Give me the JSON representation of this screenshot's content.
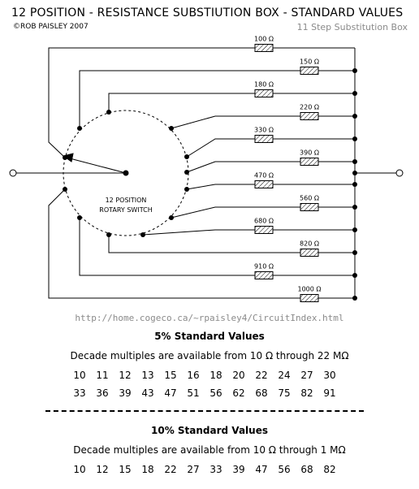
{
  "header": {
    "title": "12 POSITION - RESISTANCE SUBSTIUTION BOX  -  STANDARD VALUES",
    "author": "©ROB PAISLEY 2007",
    "subtitle": "11 Step Substitution Box"
  },
  "diagram": {
    "switch_label_line1": "12 POSITION",
    "switch_label_line2": "ROTARY SWITCH",
    "resistors": [
      "100 Ω",
      "150 Ω",
      "180 Ω",
      "220 Ω",
      "330 Ω",
      "390 Ω",
      "470 Ω",
      "560 Ω",
      "680 Ω",
      "820 Ω",
      "910 Ω",
      "1000 Ω"
    ]
  },
  "url": "http://home.cogeco.ca/~rpaisley4/CircuitIndex.html",
  "five_percent": {
    "heading": "5% Standard Values",
    "description": "Decade multiples are available from 10 Ω through 22 MΩ",
    "row1": [
      "10",
      "11",
      "12",
      "13",
      "15",
      "16",
      "18",
      "20",
      "22",
      "24",
      "27",
      "30"
    ],
    "row2": [
      "33",
      "36",
      "39",
      "43",
      "47",
      "51",
      "56",
      "62",
      "68",
      "75",
      "82",
      "91"
    ]
  },
  "ten_percent": {
    "heading": "10% Standard Values",
    "description": "Decade multiples are available from 10 Ω through 1 MΩ",
    "row1": [
      "10",
      "12",
      "15",
      "18",
      "22",
      "27",
      "33",
      "39",
      "47",
      "56",
      "68",
      "82"
    ]
  }
}
